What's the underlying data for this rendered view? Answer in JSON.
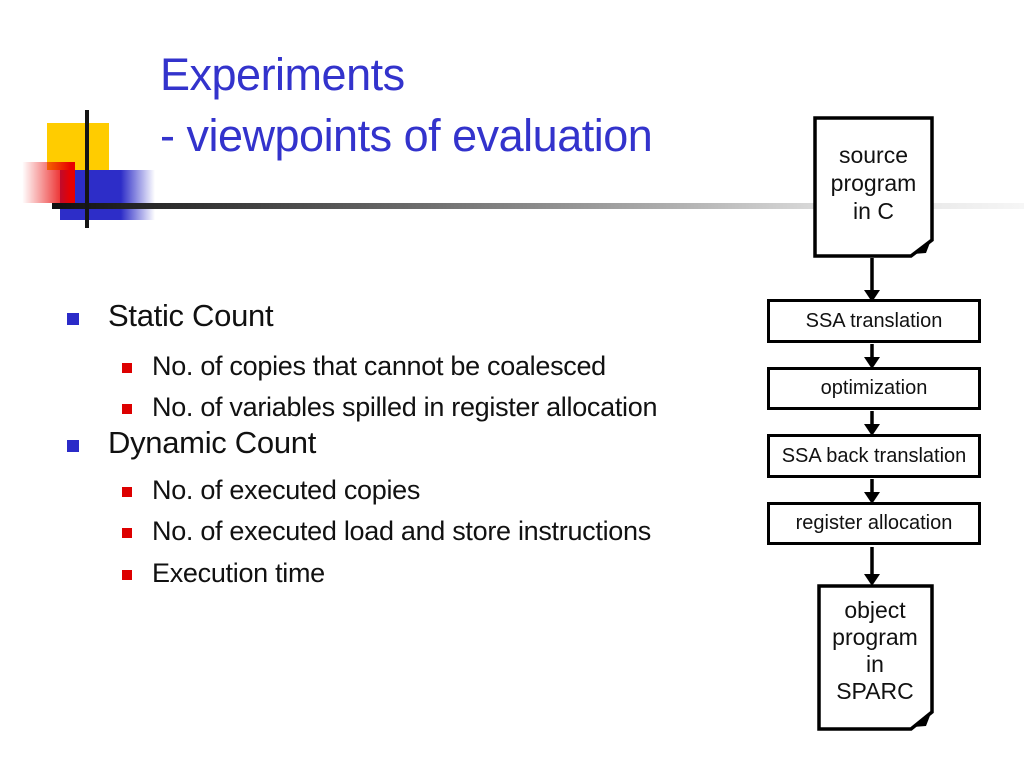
{
  "slide": {
    "title": {
      "line1": "Experiments",
      "line2": "- viewpoints of evaluation"
    },
    "bullets": [
      {
        "label": "Static Count",
        "children": [
          "No. of copies that cannot be coalesced",
          "No. of variables spilled in register allocation"
        ]
      },
      {
        "label": "Dynamic Count",
        "children": [
          "No. of executed copies",
          "No. of executed load and store instructions",
          "Execution time"
        ]
      }
    ]
  },
  "flowchart": {
    "source_doc_lines": [
      "source",
      "program",
      "in C"
    ],
    "steps": [
      "SSA translation",
      "optimization",
      "SSA back translation",
      "register allocation"
    ],
    "object_doc_lines": [
      "object",
      "program",
      "in",
      "SPARC"
    ]
  },
  "colors": {
    "title_blue": "#3333CC",
    "bullet_blue": "#2B2BC8",
    "bullet_red": "#DD0000",
    "decoration_yellow": "#FFCC00",
    "decoration_blue": "#2D2DC8",
    "decoration_red": "#E80000",
    "box_border": "#000000",
    "text_black": "#111111"
  }
}
